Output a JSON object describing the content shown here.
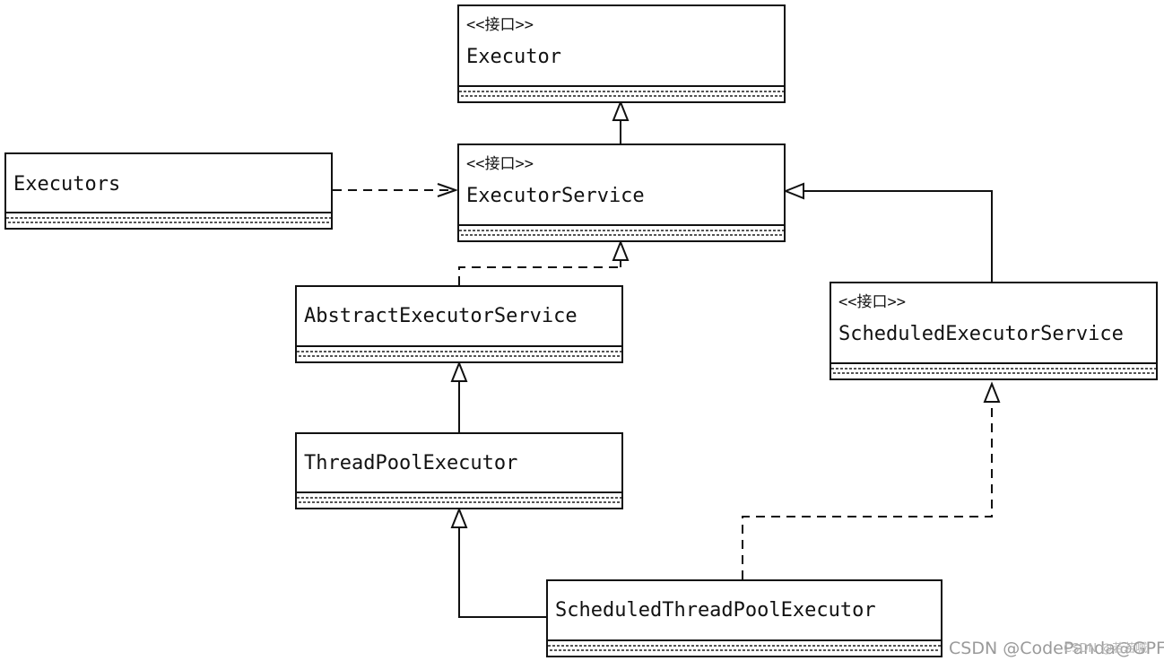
{
  "classes": {
    "executor": {
      "stereotype": "<<接口>>",
      "name": "Executor"
    },
    "executor_service": {
      "stereotype": "<<接口>>",
      "name": "ExecutorService"
    },
    "executors": {
      "name": "Executors"
    },
    "abstract_executor_service": {
      "name": "AbstractExecutorService"
    },
    "scheduled_executor_service": {
      "stereotype": "<<接口>>",
      "name": "ScheduledExecutorService"
    },
    "thread_pool_executor": {
      "name": "ThreadPoolExecutor"
    },
    "scheduled_thread_pool_executor": {
      "name": "ScheduledThreadPoolExecutor"
    }
  },
  "relations": [
    {
      "from": "ExecutorService",
      "to": "Executor",
      "type": "generalization"
    },
    {
      "from": "Executors",
      "to": "ExecutorService",
      "type": "dependency"
    },
    {
      "from": "AbstractExecutorService",
      "to": "ExecutorService",
      "type": "realization"
    },
    {
      "from": "ScheduledExecutorService",
      "to": "ExecutorService",
      "type": "generalization"
    },
    {
      "from": "ThreadPoolExecutor",
      "to": "AbstractExecutorService",
      "type": "generalization"
    },
    {
      "from": "ScheduledThreadPoolExecutor",
      "to": "ThreadPoolExecutor",
      "type": "generalization"
    },
    {
      "from": "ScheduledThreadPoolExecutor",
      "to": "ScheduledExecutorService",
      "type": "realization"
    }
  ],
  "watermark": {
    "main": "CSDN @CodePanda@GPF",
    "overlay": "CSDN @若若嘁"
  }
}
